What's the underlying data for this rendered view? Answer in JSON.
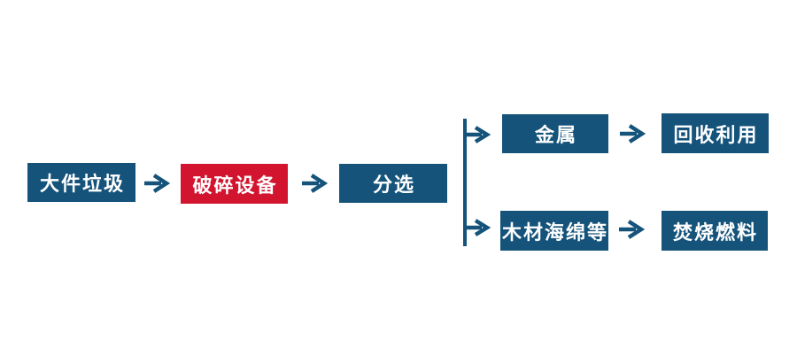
{
  "colors": {
    "node_blue": "#15537B",
    "node_red": "#D3142F",
    "arrow_blue": "#15537B",
    "text_white": "#FFFFFF",
    "background": "#FFFFFF"
  },
  "flowchart": {
    "type": "process-flow-diagram",
    "main_flow": [
      {
        "label": "大件垃圾",
        "color": "blue"
      },
      {
        "label": "破碎设备",
        "color": "red"
      },
      {
        "label": "分选",
        "color": "blue"
      }
    ],
    "branches": {
      "top": [
        {
          "label": "金属"
        },
        {
          "label": "回收利用"
        }
      ],
      "bottom": [
        {
          "label": "木材海绵等"
        },
        {
          "label": "焚烧燃料"
        }
      ]
    },
    "icons": {
      "arrow_right_icon": "→",
      "branch_connector_icon": "vertical-line-with-two-right-arrows"
    }
  }
}
